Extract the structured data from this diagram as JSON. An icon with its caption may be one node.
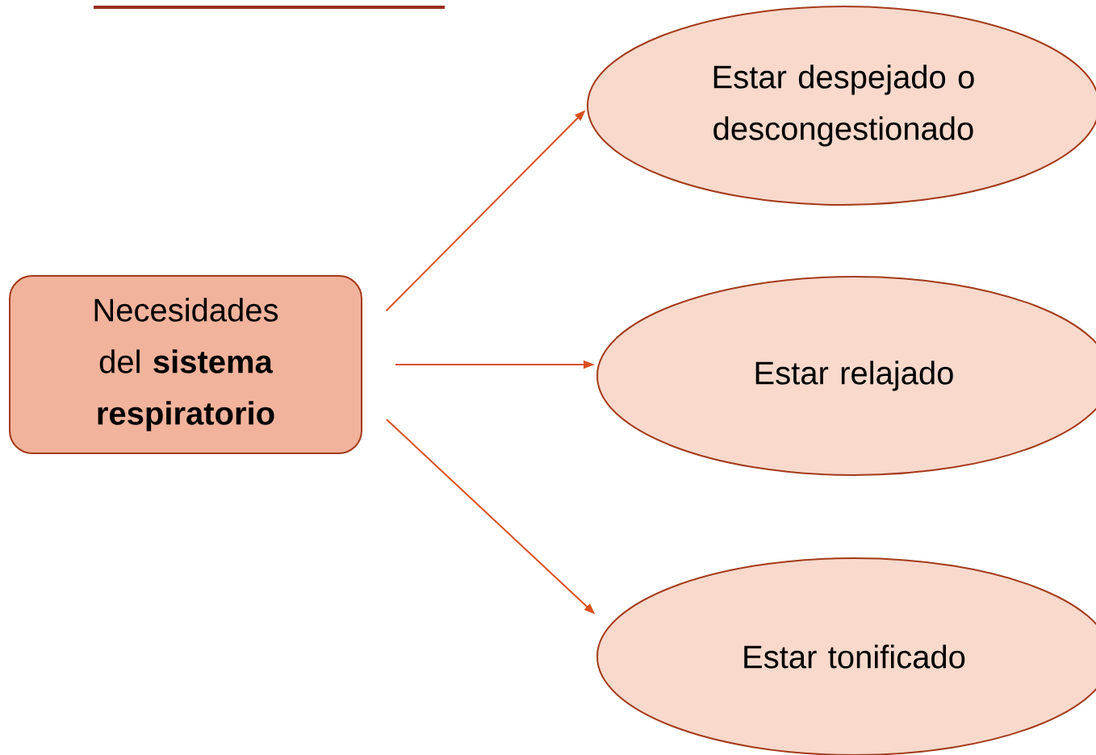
{
  "diagram": {
    "nodes": [
      {
        "text": [
          "Necesidades del **sistema respiratorio**"
        ]
      },
      {
        "text": [
          "Estar despejado o descongestionado"
        ]
      },
      {
        "text": [
          "Estar relajado"
        ]
      },
      {
        "text": [
          "Estar tonificado"
        ]
      }
    ],
    "edges": [
      {
        "from": 0,
        "to": 1,
        "arrow": "to"
      },
      {
        "from": 0,
        "to": 2,
        "arrow": "to"
      },
      {
        "from": 0,
        "to": 3,
        "arrow": "to"
      }
    ]
  }
}
